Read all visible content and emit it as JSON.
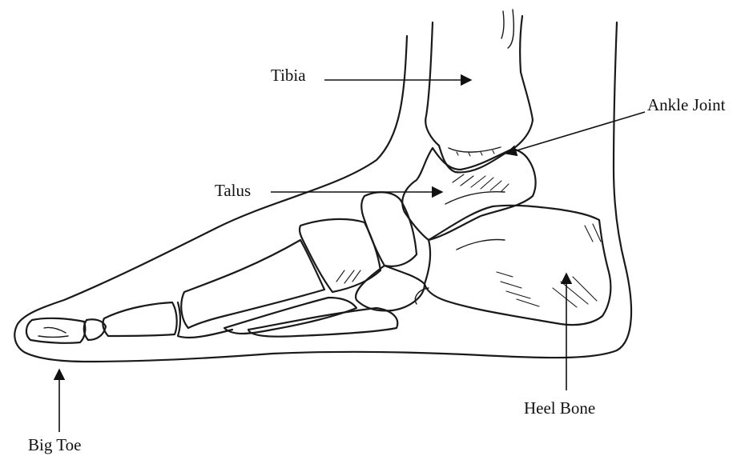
{
  "labels": {
    "tibia": "Tibia",
    "ankle_joint": "Ankle Joint",
    "talus": "Talus",
    "heel_bone": "Heel Bone",
    "big_toe": "Big Toe"
  },
  "colors": {
    "line": "#1a1a1a",
    "background": "#ffffff"
  }
}
